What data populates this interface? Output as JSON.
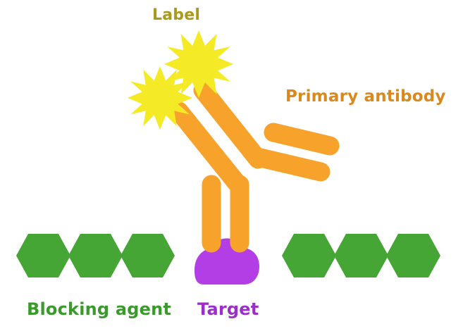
{
  "labels": {
    "label": "Label",
    "primary_antibody": "Primary antibody",
    "blocking_agent": "Blocking agent",
    "target": "Target"
  },
  "colors": {
    "label_text": "#a89a1f",
    "primary_text": "#d98a1f",
    "blocking_text": "#3b9a2c",
    "target_text": "#9a30c8",
    "antibody": "#f6a22b",
    "label_star": "#f4ea26",
    "blocking_hexagon": "#45a535",
    "target_blob": "#b43ee6"
  },
  "icons": {
    "label_star": "starburst",
    "blocking_agent": "hexagon",
    "target": "blob"
  }
}
